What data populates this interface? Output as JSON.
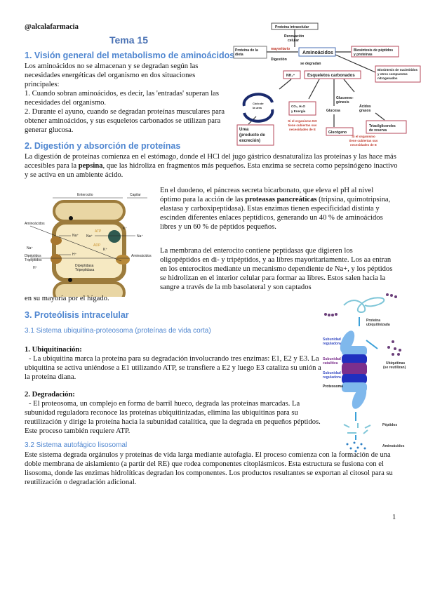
{
  "header": {
    "handle": "@alcalafarmacia",
    "title": "Tema 15"
  },
  "section1": {
    "heading": "1. Visión general del metabolismo de aminoácidos",
    "intro": "Los aminoácidos no se almacenan y se degradan según las necesidades energéticas del organismo en dos situaciones principales:",
    "point1": "1. Cuando sobran aminoácidos, es decir, las 'entradas' superan las necesidades del organismo.",
    "point2": "2. Durante el ayuno, cuando se degradan proteínas musculares para obtener aminoácidos, y sus esqueletos carbonados se utilizan para generar glucosa."
  },
  "diagram1": {
    "proteina_intracelular": "Proteína intracelular",
    "renovacion1": "Renovación",
    "renovacion2": "celular",
    "dieta1": "Proteína de la",
    "dieta2": "dieta",
    "mayoritario": "mayoritario",
    "digestion": "Digestión",
    "aminoacidos": "Aminoácidos",
    "biosintesis_peptidos1": "Biosíntesis de péptidos",
    "biosintesis_peptidos2": "y proteínas",
    "biosintesis_nucleotidos1": "Biosíntesis de nucleótidos",
    "biosintesis_nucleotidos2": "y otros compuestos",
    "biosintesis_nucleotidos3": "nitrogenados",
    "se_degradan": "se degradan",
    "nh4": "NH₄⁺",
    "esqueletos": "Esqueletos carbonados",
    "ciclo1": "Ciclo de",
    "ciclo2": "la urea",
    "co2_1": "CO₂, H₂O",
    "co2_2": "y Energía",
    "gluconeo1": "Gluconeo-",
    "gluconeo2": "génesis",
    "glucosa": "Glucosa",
    "acidos1": "Ácidos",
    "acidos2": "grasos",
    "urea1": "Urea",
    "urea2": "(producto de",
    "urea3": "excreción)",
    "no_cubiertas1": "Si el organismo NO",
    "no_cubiertas2": "tiene cubiertas sus",
    "no_cubiertas3": "necesidades de E",
    "glucogeno": "Glucógeno",
    "triacil1": "Triacilgliceroles",
    "triacil2": "de reserva",
    "cubiertas1": "Si el organismo",
    "cubiertas2": "tiene cubiertas sus",
    "cubiertas3": "necesidades de E"
  },
  "section2": {
    "heading": "2. Digestión y absorción de proteínas",
    "para1_a": "La digestión de proteínas comienza en el estómago, donde el HCl del jugo gástrico desnaturaliza las proteínas y las hace más accesibles para la ",
    "para1_bold": "pepsina",
    "para1_b": ", que las hidroliza en fragmentos más pequeños. Esta enzima se secreta como pepsinógeno inactivo y se activa en un ambiente ácido.",
    "para2_a": "En el duodeno, el páncreas secreta bicarbonato, que eleva el pH al nivel óptimo para la acción de las ",
    "para2_bold": "proteasas pancreáticas",
    "para2_b": " (tripsina, quimotripsina, elastasa y carboxipeptidasa). Estas enzimas tienen especificidad distinta y escinden diferentes enlaces peptídicos, generando un 40 % de aminoácidos libres y un 60 % de péptidos pequeños.",
    "para3": "La membrana del enterocito contiene peptidasas que digieren los oligopéptidos en di- y tripéptidos, y aa libres mayoritariamente. Los aa entran en los enterocitos mediante un mecanismo dependiente de Na+, y los péptidos se hidrolizan en el interior celular para formar aa libres. Estos salen hacia la sangre a través de la mb basolateral y son captados",
    "para3_end": "en su mayoría por el hígado."
  },
  "diagram2": {
    "enterocito": "Enterocito",
    "capilar": "Capilar",
    "aminoacidos_in": "Aminoácidos",
    "na_in": "Na⁺",
    "na_top": "Na⁺",
    "dipeptidos": "Dipéptidos",
    "tripeptidos": "Tripéptidos",
    "h_in": "H⁺",
    "h_top": "H⁺",
    "atp": "ATP",
    "adp": "ADP",
    "na_pump": "Na⁺",
    "k_top": "K⁺",
    "k_bottom": "K⁺",
    "na_out": "Na⁺",
    "aminoacidos_out": "Aminoácidos",
    "dipeptidasa": "Dipeptidasa",
    "tripeptidasa": "Tripeptidasa"
  },
  "section3": {
    "heading": "3. Proteólisis intracelular",
    "sub1_heading": "3.1 Sistema ubiquitina-proteosoma (proteínas de vida corta)",
    "step1_title": "1. Ubiquitinación:",
    "step1_text": "- La ubiquitina marca la proteína para su degradación involucrando tres enzimas: E1, E2 y E3. La ubiquitina se activa uniéndose a E1 utilizando ATP, se transfiere a E2 y luego E3 cataliza su unión a la proteína diana.",
    "step2_title": "2. Degradación:",
    "step2_text": "- El proteosoma, un complejo en forma de barril hueco, degrada las proteínas marcadas. La subunidad reguladora reconoce las proteínas ubiquitinizadas, elimina las ubiquitinas para su reutilización y dirige la proteína hacia la subunidad catalítica, que la degrada en pequeños péptidos. Este proceso también requiere ATP.",
    "sub2_heading": "3.2 Sistema autofágico lisosomal",
    "sub2_text": "Este sistema degrada orgánulos y proteínas de vida larga mediante autofagia. El proceso comienza con la formación de una doble membrana de aislamiento (a partir del RE) que rodea componentes citoplásmicos. Esta estructura se fusiona con el lisosoma, donde las enzimas hidrolíticas degradan los componentes. Los productos resultantes se exportan al citosol para su reutilización o degradación adicional."
  },
  "diagram3": {
    "proteina1": "Proteína",
    "proteina2": "ubiquitinizada",
    "reg1a": "Subunidad",
    "reg1b": "reguladora",
    "cat_a": "Subunidad",
    "cat_b": "catalítica",
    "reg2a": "Subunidad",
    "reg2b": "reguladora",
    "proteosoma": "Proteosoma",
    "ubiq1": "Ubiquitinas",
    "ubiq2": "(se reutilizan)",
    "peptidos": "Péptidos",
    "aminoacidos": "Aminoácidos"
  },
  "footer": {
    "page_number": "1"
  },
  "colors": {
    "heading": "#4f86d0",
    "diagram_red": "#c0392b",
    "box_border_red": "#b5475a",
    "box_border_blue": "#4a6fb5"
  }
}
